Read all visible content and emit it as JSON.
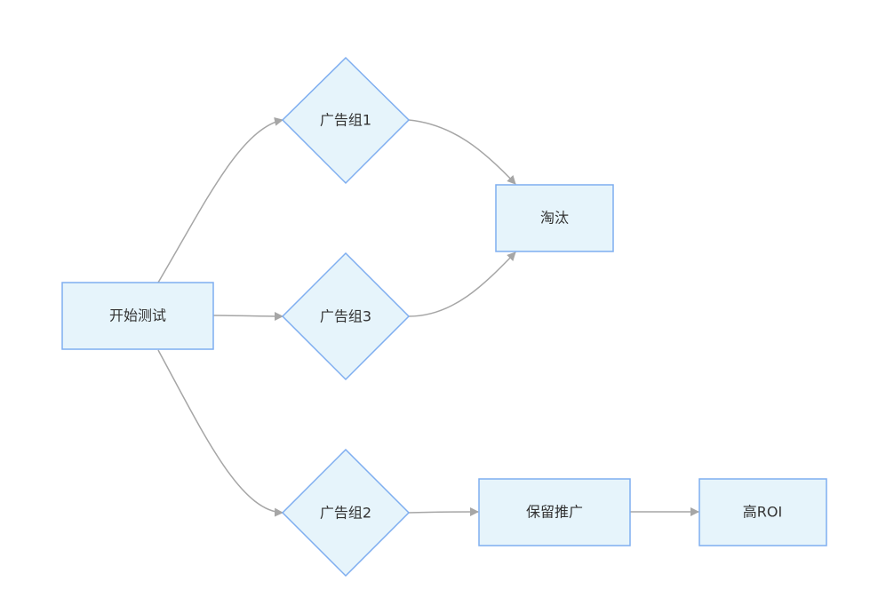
{
  "colors": {
    "node_fill": "#E6F4FB",
    "node_stroke": "#7FAEF0",
    "edge": "#A6A6A6"
  },
  "nodes": {
    "start": "开始测试",
    "group1": "广告组1",
    "group3": "广告组3",
    "group2": "广告组2",
    "eliminate": "淘汰",
    "keep": "保留推广",
    "high_roi": "高ROI"
  }
}
